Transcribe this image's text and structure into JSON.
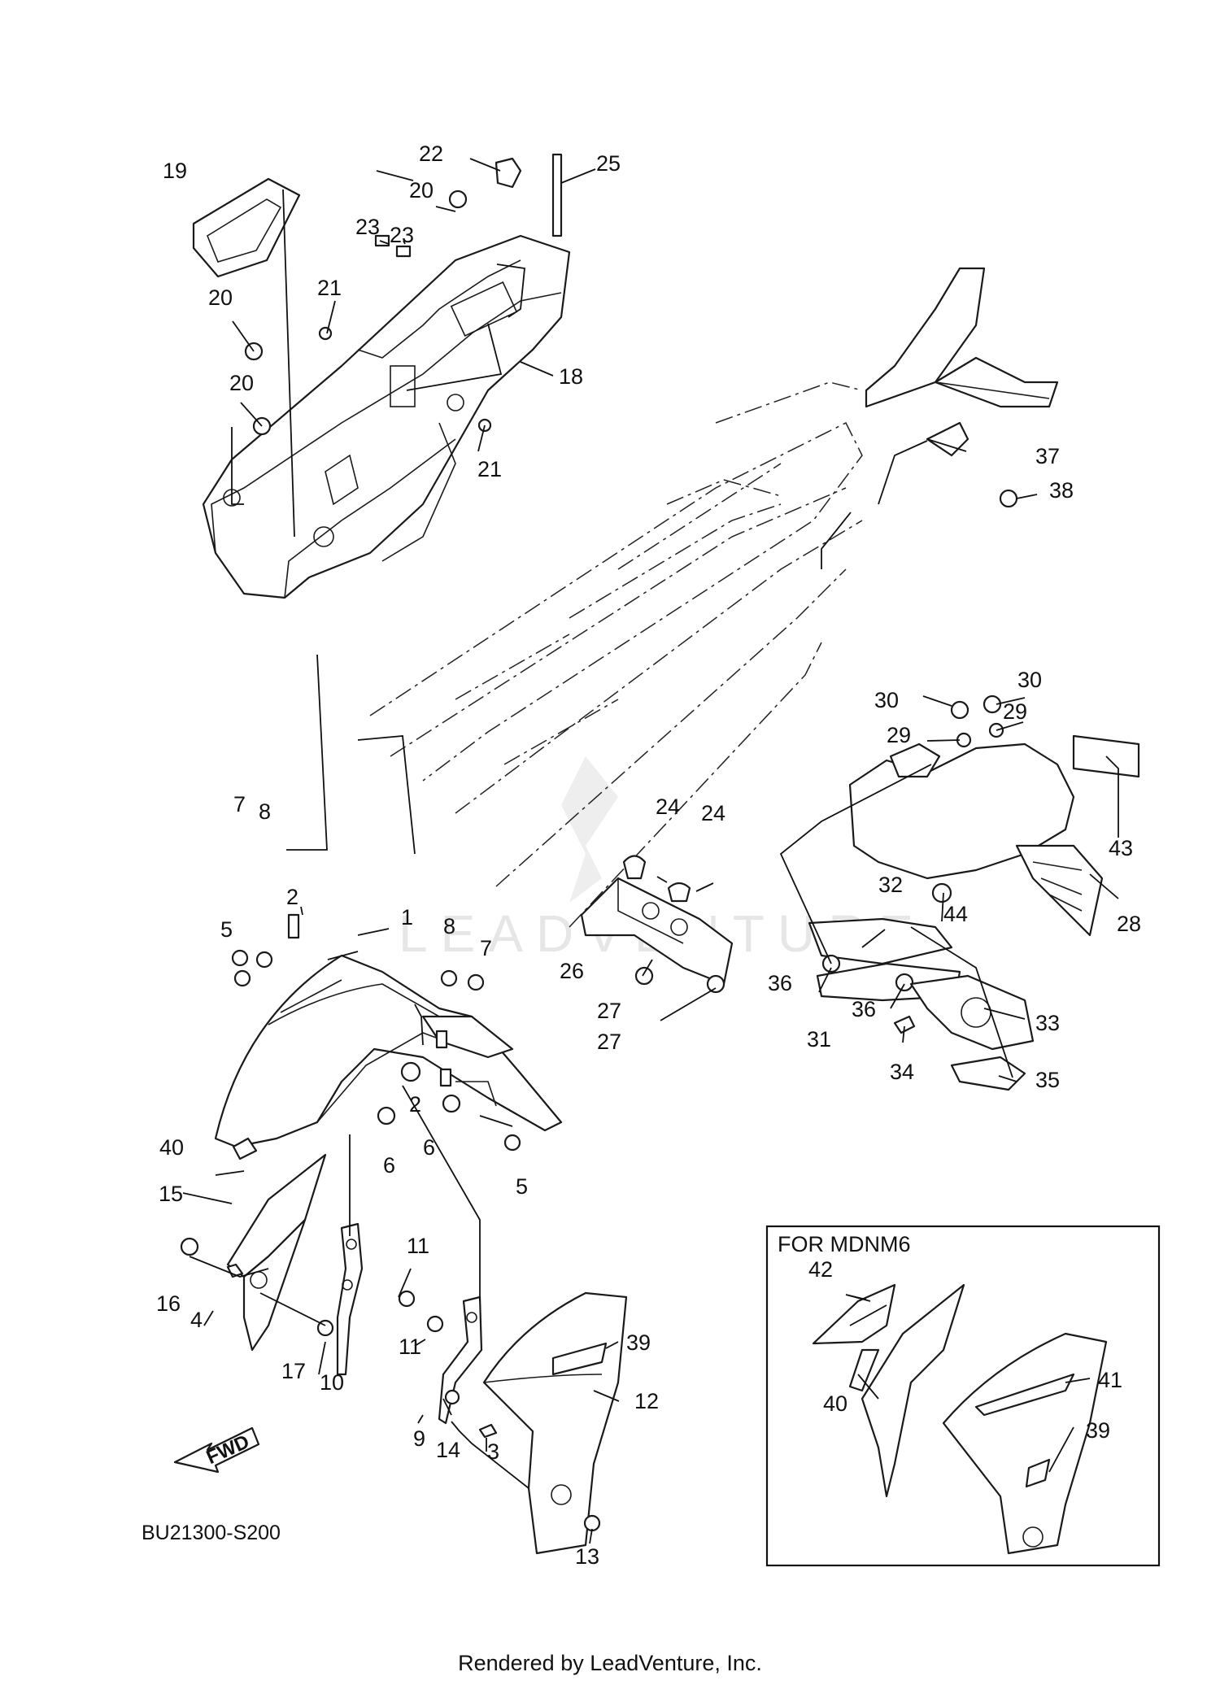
{
  "diagram": {
    "callouts": {
      "c1": "1",
      "c2a": "2",
      "c2b": "2",
      "c3": "3",
      "c4": "4",
      "c5a": "5",
      "c5b": "5",
      "c6a": "6",
      "c6b": "6",
      "c7a": "7",
      "c7b": "7",
      "c8a": "8",
      "c8b": "8",
      "c9": "9",
      "c10": "10",
      "c11a": "11",
      "c11b": "11",
      "c12": "12",
      "c13": "13",
      "c14": "14",
      "c15": "15",
      "c16": "16",
      "c17": "17",
      "c18": "18",
      "c19": "19",
      "c20a": "20",
      "c20b": "20",
      "c20c": "20",
      "c21a": "21",
      "c21b": "21",
      "c22": "22",
      "c23a": "23",
      "c23b": "23",
      "c24a": "24",
      "c24b": "24",
      "c25": "25",
      "c26": "26",
      "c27a": "27",
      "c27b": "27",
      "c28": "28",
      "c29a": "29",
      "c29b": "29",
      "c30a": "30",
      "c30b": "30",
      "c31": "31",
      "c32": "32",
      "c33": "33",
      "c34": "34",
      "c35": "35",
      "c36a": "36",
      "c36b": "36",
      "c37": "37",
      "c38": "38",
      "c39a": "39",
      "c39b": "39",
      "c40a": "40",
      "c40b": "40",
      "c41": "41",
      "c42": "42",
      "c43": "43",
      "c44": "44"
    },
    "inset_title": "FOR MDNM6",
    "fwd_label": "FWD",
    "diagram_code": "BU21300-S200",
    "watermark": "LEADVENTURE"
  },
  "footer": "Rendered by LeadVenture, Inc."
}
